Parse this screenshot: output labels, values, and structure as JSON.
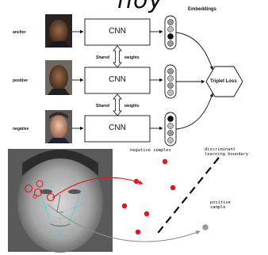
{
  "top_partial_text": "hoy",
  "embeddings_title": "Embeddings",
  "rows": [
    {
      "label": "anchor",
      "box": "CNN"
    },
    {
      "label": "positive",
      "box": "CNN"
    },
    {
      "label": "negative",
      "box": "CNN"
    }
  ],
  "shared_labels": [
    {
      "left": "Shared",
      "right": "weights"
    },
    {
      "left": "Shared",
      "right": "weights"
    }
  ],
  "loss_label": "Triplet Loss",
  "negative_samples_label": "negative samples",
  "boundary_label": "discriminant\nlearning boundary",
  "positive_sample_label": "positive\nsample",
  "colors": {
    "negative": "#e8141e",
    "positive": "#8e8e8e",
    "line": "#111111"
  }
}
